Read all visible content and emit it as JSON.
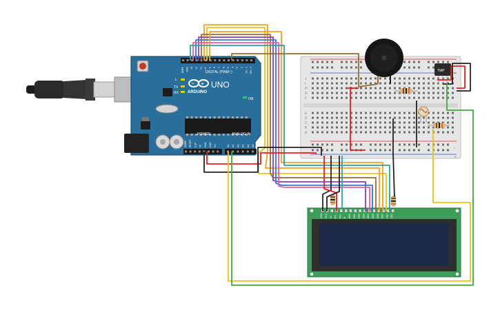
{
  "arduino": {
    "logo_text": "ARDUINO",
    "model": "UNO",
    "digital_label": "DIGITAL (PWM~)",
    "power_label": "POWER",
    "analog_label": "ANALOG IN",
    "led_labels": [
      "L",
      "TX",
      "RX"
    ],
    "on_label": "ON",
    "power_pins": [
      "IOREF",
      "RESET",
      "3.3V",
      "5V",
      "GND",
      "GND",
      "Vin"
    ],
    "analog_pins": [
      "A0",
      "A1",
      "A2",
      "A3",
      "A4",
      "A5"
    ],
    "digital_pins": [
      "AREF",
      "GND",
      "13",
      "12",
      "~11",
      "~10",
      "~9",
      "8",
      "7",
      "~6",
      "~5",
      "4",
      "~3",
      "2",
      "TX→1",
      "RX←0"
    ]
  },
  "breadboard": {
    "column_letters_top": [
      "J",
      "I",
      "H",
      "G",
      "F"
    ],
    "column_letters_bottom": [
      "E",
      "D",
      "C",
      "B",
      "A"
    ],
    "rail_plus": "+",
    "rail_minus": "-"
  },
  "sensor": {
    "label": "TMP"
  },
  "lcd": {
    "pin_labels": [
      "GND",
      "VCC",
      "V0",
      "RS",
      "RW",
      "E",
      "DB0",
      "DB1",
      "DB2",
      "DB3",
      "DB4",
      "DB5",
      "DB6",
      "DB7",
      "LED",
      "LED"
    ]
  },
  "colors": {
    "arduino_board": "#2a6f9c",
    "breadboard": "#e6e6e6",
    "lcd_pcb": "#3c9c58",
    "lcd_screen": "#1c2a4a",
    "wire_red": "#e02020",
    "wire_black": "#222222",
    "wire_orange": "#f0a020",
    "wire_yellow": "#e8c21a",
    "wire_purple": "#8a3cb8",
    "wire_blue": "#2c78d8",
    "wire_pink": "#e85aa8",
    "wire_green": "#3caa3c",
    "wire_brown": "#9a6a32",
    "wire_teal": "#2aa0a0"
  }
}
